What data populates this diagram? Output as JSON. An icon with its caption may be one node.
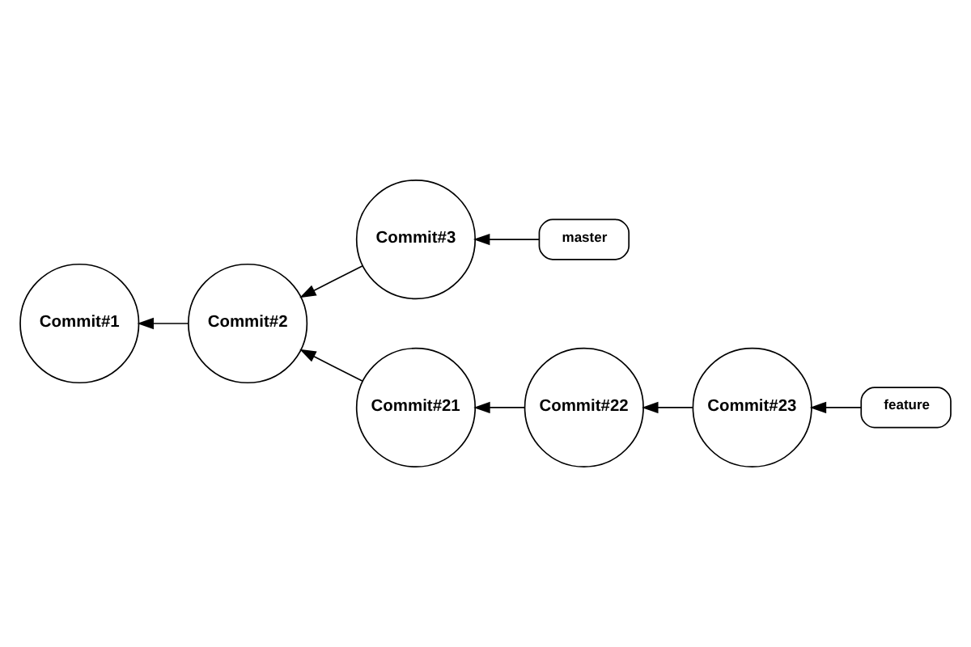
{
  "diagram": {
    "nodes": [
      {
        "text": [
          "master"
        ]
      },
      {
        "text": [
          "Commit#1"
        ]
      },
      {
        "text": [
          "Commit#2"
        ]
      },
      {
        "text": [
          "Commit#3"
        ]
      },
      {
        "text": [
          "feature"
        ]
      },
      {
        "text": [
          "Commit#21"
        ]
      },
      {
        "text": [
          "Commit#22"
        ]
      },
      {
        "text": [
          "Commit#23"
        ]
      }
    ],
    "edges": [
      {
        "from": 0,
        "to": 3,
        "arrow": "to"
      },
      {
        "from": 3,
        "to": 2,
        "arrow": "to"
      },
      {
        "from": 2,
        "to": 1,
        "arrow": "to"
      },
      {
        "from": 4,
        "to": 7,
        "arrow": "to"
      },
      {
        "from": 7,
        "to": 6,
        "arrow": "to"
      },
      {
        "from": 6,
        "to": 5,
        "arrow": "to"
      },
      {
        "from": 5,
        "to": 2,
        "arrow": "to"
      }
    ]
  }
}
